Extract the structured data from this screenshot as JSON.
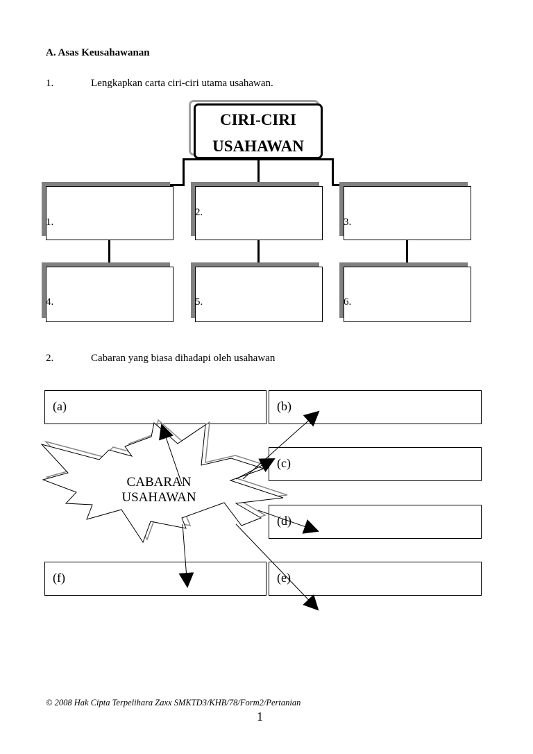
{
  "section": {
    "title": "A.   Asas Keusahawanan"
  },
  "question1": {
    "number": "1.",
    "text": "Lengkapkan carta ciri-ciri utama usahawan.",
    "chart_title_line1": "CIRI-CIRI",
    "chart_title_line2": "USAHAWAN",
    "boxes": [
      "1.",
      "2.",
      "3.",
      "4.",
      "5.",
      "6."
    ]
  },
  "question2": {
    "number": "2.",
    "text": "Cabaran yang biasa dihadapi oleh usahawan",
    "star_label_line1": "CABARAN",
    "star_label_line2": "USAHAWAN",
    "boxes": {
      "a": "(a)",
      "b": "(b)",
      "c": "(c)",
      "d": "(d)",
      "e": "(e)",
      "f": "(f)"
    }
  },
  "footer": {
    "copyright": "© 2008 Hak Cipta Terpelihara  Zaxx SMKTD3/KHB/78/Form2/Pertanian",
    "page_number": "1"
  }
}
